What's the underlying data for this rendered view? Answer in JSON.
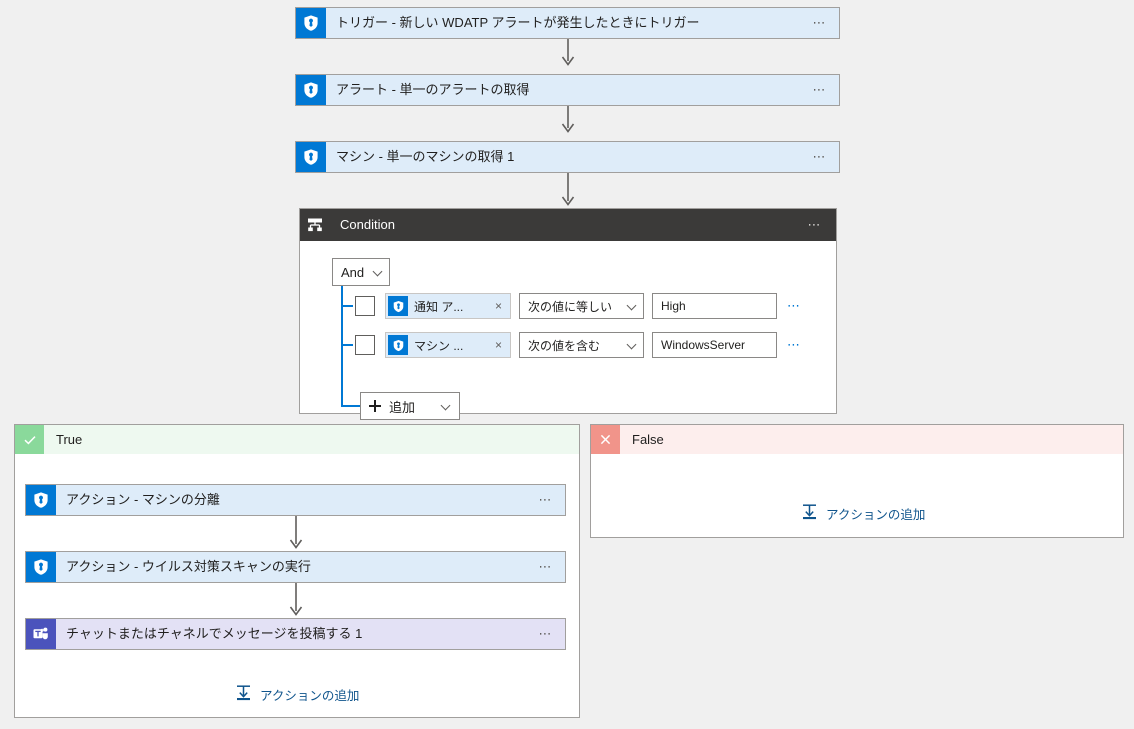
{
  "canvas": {
    "background": "#f0f0f0",
    "accent": "#0078d4"
  },
  "flow": {
    "steps": [
      {
        "id": "trigger",
        "title": "トリガー - 新しい WDATP アラートが発生したときにトリガー",
        "icon": "wdatp-shield-icon",
        "menu": "⋯",
        "type": "wdatp"
      },
      {
        "id": "get-alert",
        "title": "アラート - 単一のアラートの取得",
        "icon": "wdatp-shield-icon",
        "menu": "⋯",
        "type": "wdatp"
      },
      {
        "id": "get-machine",
        "title": "マシン - 単一のマシンの取得 1",
        "icon": "wdatp-shield-icon",
        "menu": "⋯",
        "type": "wdatp"
      }
    ]
  },
  "condition": {
    "title": "Condition",
    "icon": "condition-control-icon",
    "menu": "⋯",
    "logic_operator": {
      "value": "And",
      "chevron": "chevron-down-icon"
    },
    "rows": [
      {
        "token_label": "通知 ア...",
        "token_remove": "×",
        "token_icon": "wdatp-shield-icon",
        "operator": "次の値に等しい",
        "value": "High",
        "menu": "⋯"
      },
      {
        "token_label": "マシン ...",
        "token_remove": "×",
        "token_icon": "wdatp-shield-icon",
        "operator": "次の値を含む",
        "value": "WindowsServer",
        "menu": "⋯"
      }
    ],
    "add_button": {
      "label": "追加",
      "plus": "plus-icon",
      "chevron": "chevron-down-icon"
    }
  },
  "branches": {
    "true": {
      "label": "True",
      "badge_icon": "checkmark-icon",
      "badge_color": "#8ad99b",
      "steps": [
        {
          "title": "アクション - マシンの分離",
          "icon": "wdatp-shield-icon",
          "menu": "⋯",
          "type": "wdatp"
        },
        {
          "title": "アクション - ウイルス対策スキャンの実行",
          "icon": "wdatp-shield-icon",
          "menu": "⋯",
          "type": "wdatp"
        },
        {
          "title": "チャットまたはチャネルでメッセージを投稿する 1",
          "icon": "teams-icon",
          "menu": "⋯",
          "type": "teams"
        }
      ],
      "add_action": {
        "label": "アクションの追加",
        "icon": "add-step-icon"
      }
    },
    "false": {
      "label": "False",
      "badge_icon": "close-icon",
      "badge_color": "#f1948a",
      "steps": [],
      "add_action": {
        "label": "アクションの追加",
        "icon": "add-step-icon"
      }
    }
  }
}
